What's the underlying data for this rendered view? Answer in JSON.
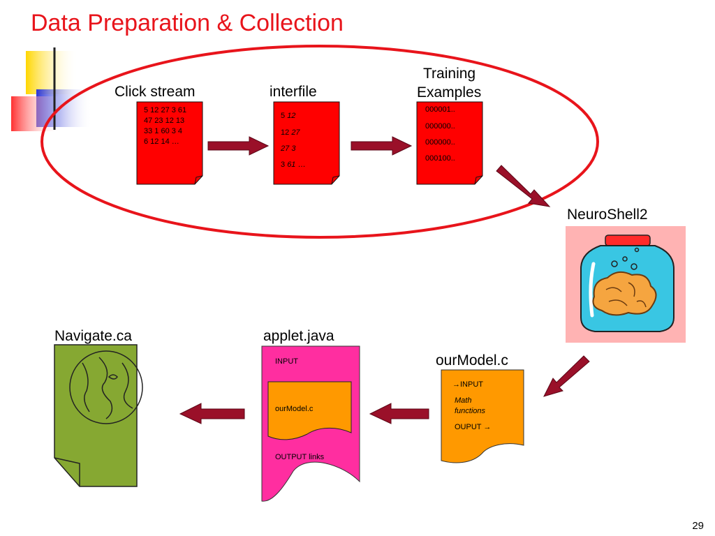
{
  "title": "Data Preparation & Collection",
  "page_number": "29",
  "labels": {
    "click_stream": "Click stream",
    "interfile": "interfile",
    "training_line1": "Training",
    "training_line2": "Examples",
    "neuroshell": "NeuroShell2",
    "navigate": "Navigate.ca",
    "applet": "applet.java",
    "ourmodel": "ourModel.c"
  },
  "click_stream_doc": {
    "lines": [
      "5 12 27 3 61",
      "47 23 12 13",
      "33 1 60 3 4",
      "6 12 14 …"
    ]
  },
  "interfile_doc": {
    "rows": [
      {
        "a": "5",
        "b": "12"
      },
      {
        "a": "12",
        "b": "27"
      },
      {
        "a": "27",
        "b": "3"
      },
      {
        "a": "3",
        "b": "61",
        "c": "…"
      }
    ]
  },
  "training_doc": {
    "lines": [
      "000001..",
      "000000..",
      "000000..",
      "000100.."
    ]
  },
  "applet_doc": {
    "input": "INPUT",
    "inner": "ourModel.c",
    "output": "OUTPUT links"
  },
  "ourmodel_doc": {
    "input": "→INPUT",
    "math1": "Math",
    "math2": "functions",
    "output": "OUPUT →"
  },
  "colors": {
    "title": "#e8141b",
    "doc_red": "#ff0000",
    "arrow": "#9a1029",
    "ellipse": "#e8141b",
    "applet_pink": "#ff2ea0",
    "model_orange": "#ff9900",
    "navigate_green": "#86a832",
    "neuroshell_bg": "#ffb3b3"
  },
  "icons": [
    "corner-decoration-icon",
    "globe-icon",
    "brain-jar-icon",
    "arrow-icon"
  ]
}
